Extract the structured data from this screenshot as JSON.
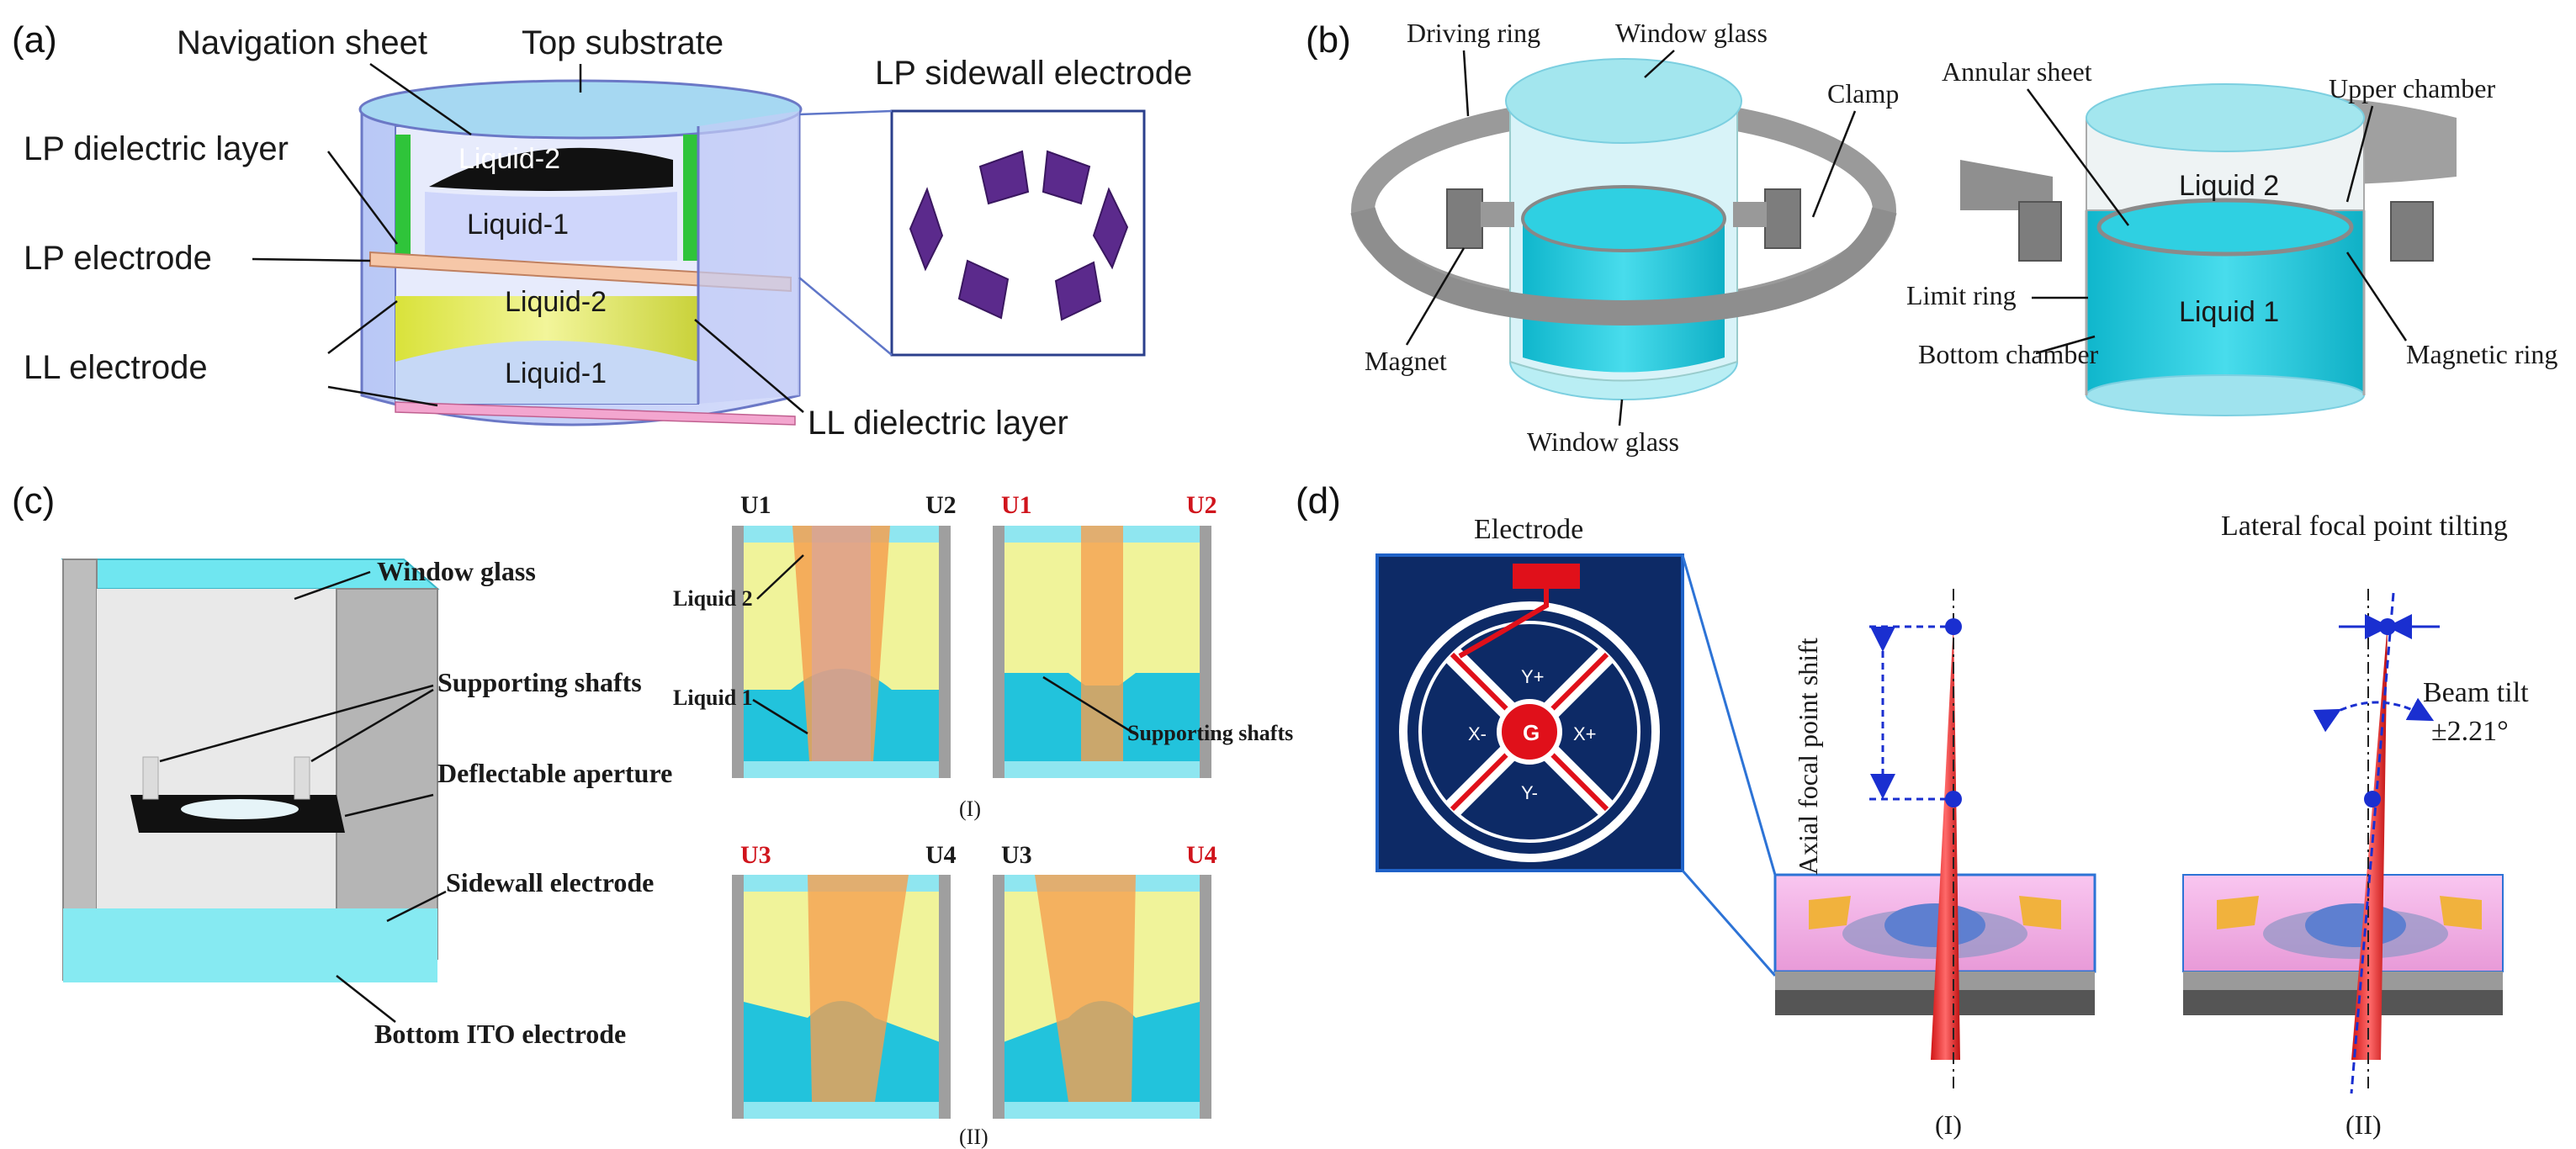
{
  "panels": {
    "a": {
      "tag": "(a)",
      "labels": {
        "navigation_sheet": "Navigation sheet",
        "top_substrate": "Top substrate",
        "lp_sidewall_electrode": "LP sidewall electrode",
        "lp_dielectric_layer": "LP dielectric layer",
        "lp_electrode": "LP electrode",
        "ll_electrode": "LL electrode",
        "ll_dielectric_layer": "LL dielectric layer",
        "liquid2_top": "Liquid-2",
        "liquid1_top": "Liquid-1",
        "liquid2_bottom": "Liquid-2",
        "liquid1_bottom": "Liquid-1"
      }
    },
    "b": {
      "tag": "(b)",
      "labels": {
        "driving_ring": "Driving ring",
        "window_glass_top": "Window glass",
        "clamp": "Clamp",
        "magnet": "Magnet",
        "window_glass_bottom": "Window glass",
        "annular_sheet": "Annular sheet",
        "upper_chamber": "Upper chamber",
        "liquid2": "Liquid 2",
        "liquid1": "Liquid 1",
        "limit_ring": "Limit ring",
        "bottom_chamber": "Bottom chamber",
        "magnetic_ring": "Magnetic ring"
      }
    },
    "c": {
      "tag": "(c)",
      "labels": {
        "window_glass": "Window glass",
        "supporting_shafts": "Supporting shafts",
        "deflectable_aperture": "Deflectable aperture",
        "sidewall_electrode": "Sidewall electrode",
        "bottom_ito_electrode": "Bottom ITO electrode",
        "liquid2": "Liquid 2",
        "liquid1": "Liquid 1",
        "supporting_shafts_inset": "Supporting shafts",
        "row_i": "(I)",
        "row_ii": "(II)"
      },
      "voltages": {
        "u1": "U1",
        "u2": "U2",
        "u3": "U3",
        "u4": "U4"
      }
    },
    "d": {
      "tag": "(d)",
      "labels": {
        "electrode": "Electrode",
        "lateral_tilting": "Lateral focal point tilting",
        "axial_shift": "Axial focal point shift",
        "beam_tilt": "Beam tilt",
        "beam_tilt_value": "±2.21°",
        "y_plus": "Y+",
        "y_minus": "Y-",
        "x_plus": "X+",
        "x_minus": "X-",
        "g": "G",
        "state_i": "(I)",
        "state_ii": "(II)"
      }
    }
  },
  "colors": {
    "glass": "#9fe8f0",
    "liquid_blue": "#1ec9de",
    "liquid_yellow": "#e8ec9a",
    "beam_red": "#f79a9a",
    "beam_orange": "#f5a050",
    "electrode_navy": "#0d2a66",
    "electrode_red": "#e0101a",
    "purple": "#5b2a8c",
    "pink": "#f3b0e8",
    "gray_metal": "#a9a9a9"
  }
}
